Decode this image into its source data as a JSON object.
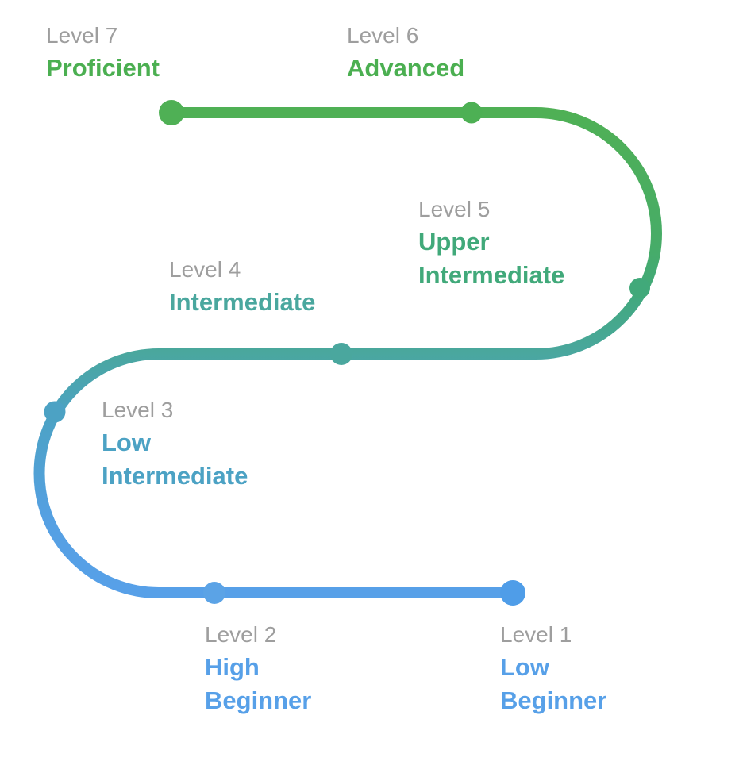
{
  "diagram": {
    "description": "S-shaped proficiency path from Level 1 (bottom right) to Level 7 (top left)",
    "colors": {
      "label_gray": "#9E9E9E",
      "green": "#4BAF51",
      "sea_green": "#41A97A",
      "teal": "#4AA79E",
      "blue_teal": "#4CA2C4",
      "blue": "#57A0E8"
    }
  },
  "levels": [
    {
      "label": "Level 1",
      "name": "Low\nBeginner",
      "color": "#4F9DE8"
    },
    {
      "label": "Level 2",
      "name": "High\nBeginner",
      "color": "#5BA3E6"
    },
    {
      "label": "Level 3",
      "name": "Low\nIntermediate",
      "color": "#4CA2C4"
    },
    {
      "label": "Level 4",
      "name": "Intermediate",
      "color": "#4AA79E"
    },
    {
      "label": "Level 5",
      "name": "Upper\nIntermediate",
      "color": "#41A97A"
    },
    {
      "label": "Level 6",
      "name": "Advanced",
      "color": "#4DB054"
    },
    {
      "label": "Level 7",
      "name": "Proficient",
      "color": "#4FB055"
    }
  ]
}
